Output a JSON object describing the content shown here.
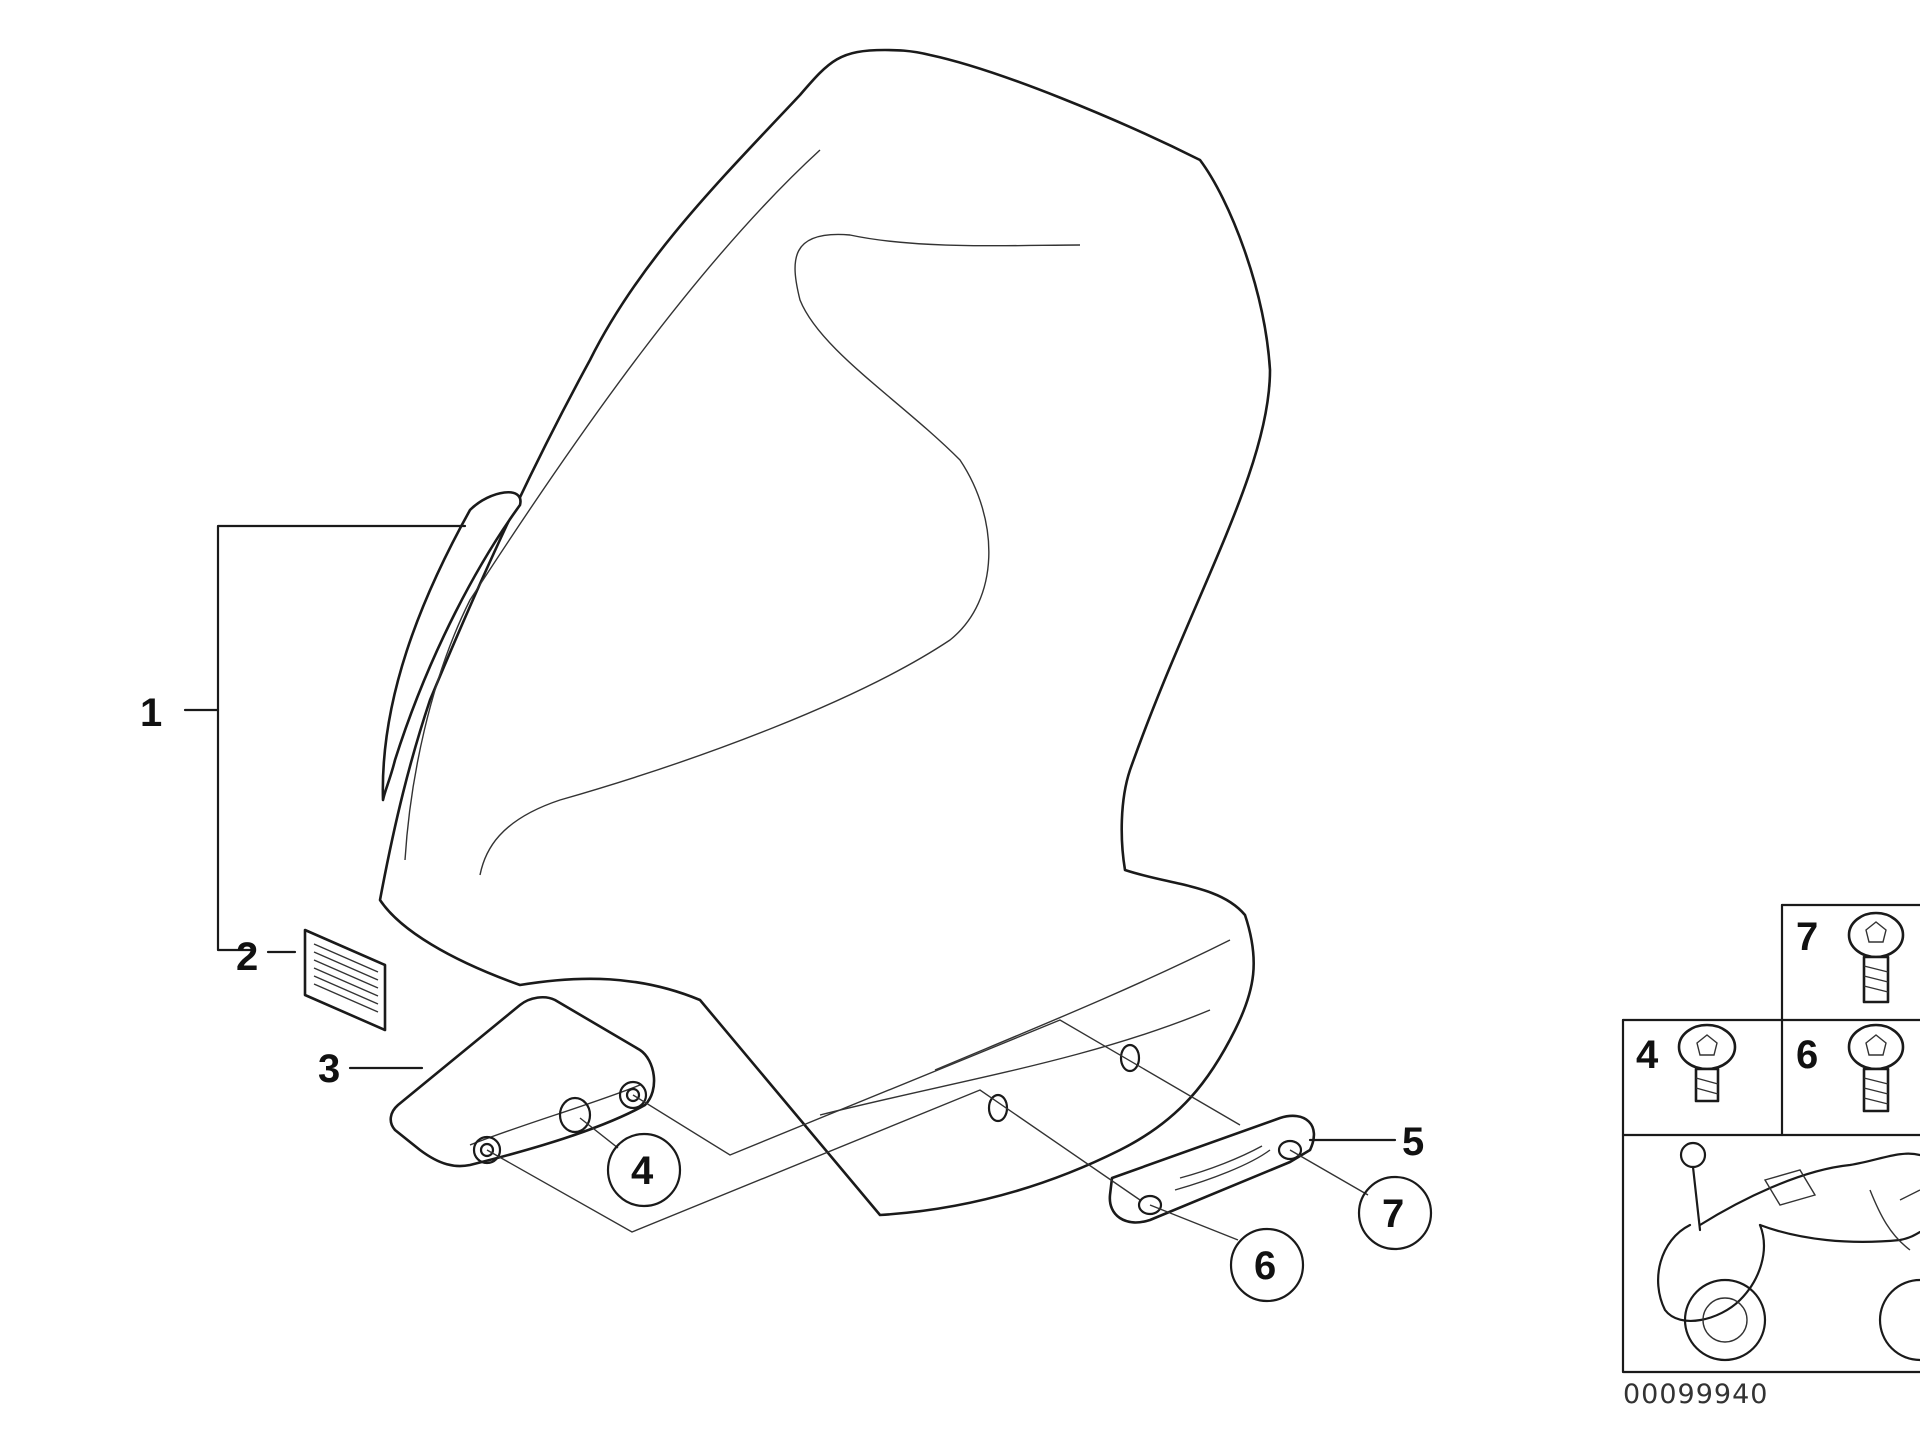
{
  "diagram": {
    "callouts": {
      "c1": "1",
      "c2": "2",
      "c3": "3",
      "c5": "5"
    },
    "circled_callouts": {
      "c4": "4",
      "c6": "6",
      "c7": "7"
    },
    "legend_boxes": {
      "box7": "7",
      "box4": "4",
      "box6": "6"
    },
    "reference_code": "00099940"
  }
}
